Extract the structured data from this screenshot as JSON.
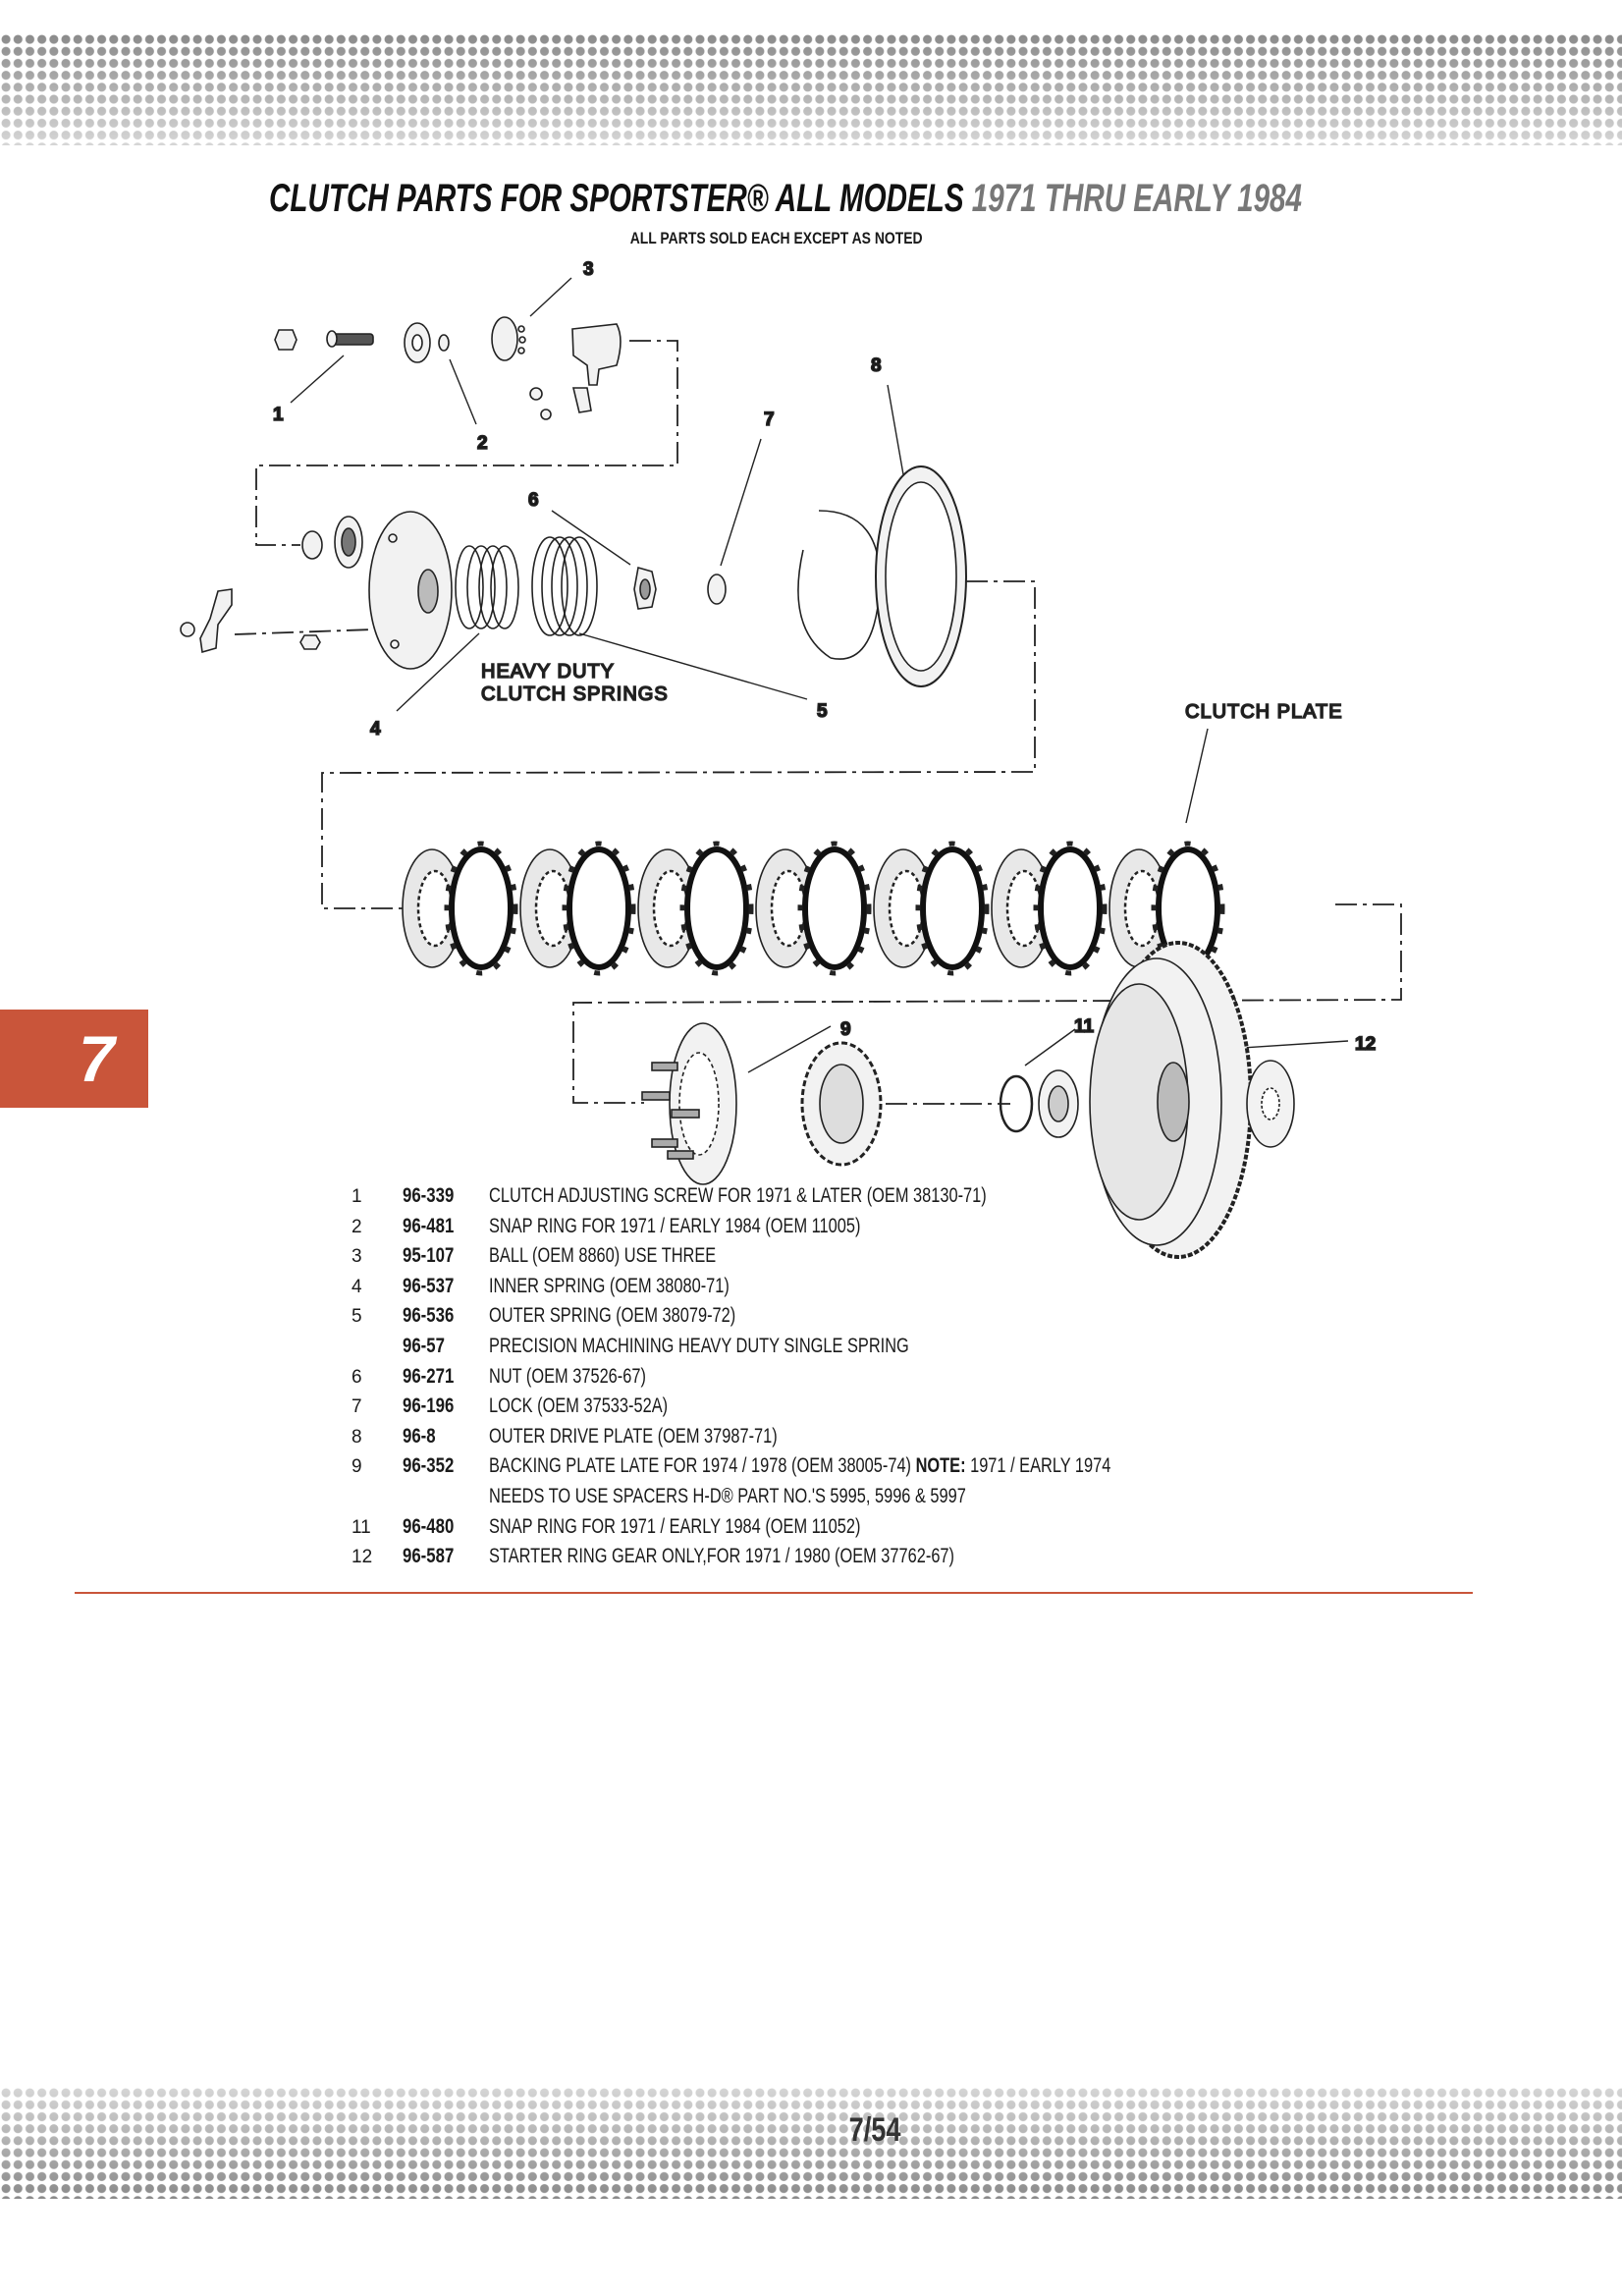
{
  "header": {
    "title_main": "CLUTCH PARTS FOR SPORTSTER® ALL MODELS",
    "title_years": "1971 THRU EARLY 1984",
    "subtitle": "ALL PARTS SOLD EACH EXCEPT AS NOTED"
  },
  "chapter_tab": "7",
  "diagram": {
    "callouts": {
      "c1": "1",
      "c2": "2",
      "c3": "3",
      "c4": "4",
      "c5": "5",
      "c6": "6",
      "c7": "7",
      "c8": "8",
      "c9": "9",
      "c11": "11",
      "c12": "12"
    },
    "label_springs_1": "HEAVY DUTY",
    "label_springs_2": "CLUTCH SPRINGS",
    "label_clutch_plate": "CLUTCH PLATE",
    "plate_pairs": 7
  },
  "parts": [
    {
      "num": "1",
      "part": "96-339",
      "desc": "CLUTCH ADJUSTING SCREW FOR 1971 & LATER (OEM 38130-71)"
    },
    {
      "num": "2",
      "part": "96-481",
      "desc": "SNAP RING FOR 1971 / EARLY 1984 (OEM 11005)"
    },
    {
      "num": "3",
      "part": "95-107",
      "desc": "BALL (OEM 8860) USE THREE"
    },
    {
      "num": "4",
      "part": "96-537",
      "desc": "INNER SPRING (OEM 38080-71)"
    },
    {
      "num": "5",
      "part": "96-536",
      "desc": "OUTER SPRING (OEM 38079-72)"
    },
    {
      "num": "",
      "part": "96-57",
      "desc": "PRECISION MACHINING HEAVY DUTY SINGLE SPRING"
    },
    {
      "num": "6",
      "part": "96-271",
      "desc": "NUT (OEM 37526-67)"
    },
    {
      "num": "7",
      "part": "96-196",
      "desc": "LOCK (OEM 37533-52A)"
    },
    {
      "num": "8",
      "part": "96-8",
      "desc": "OUTER DRIVE PLATE (OEM 37987-71)"
    },
    {
      "num": "9",
      "part": "96-352",
      "desc": "BACKING PLATE LATE FOR 1974 / 1978 (OEM 38005-74)",
      "note_label": "NOTE:",
      "note": "1971 / EARLY 1974"
    },
    {
      "num": "",
      "part": "",
      "desc": "NEEDS TO USE SPACERS H-D® PART NO.'S 5995, 5996 & 5997"
    },
    {
      "num": "11",
      "part": "96-480",
      "desc": "SNAP RING FOR 1971 / EARLY 1984 (OEM 11052)"
    },
    {
      "num": "12",
      "part": "96-587",
      "desc": "STARTER RING GEAR ONLY,FOR 1971 / 1980 (OEM 37762-67)"
    }
  ],
  "page_number": "7/54",
  "colors": {
    "accent": "#c9553a",
    "dots": "#8a8a8a"
  }
}
